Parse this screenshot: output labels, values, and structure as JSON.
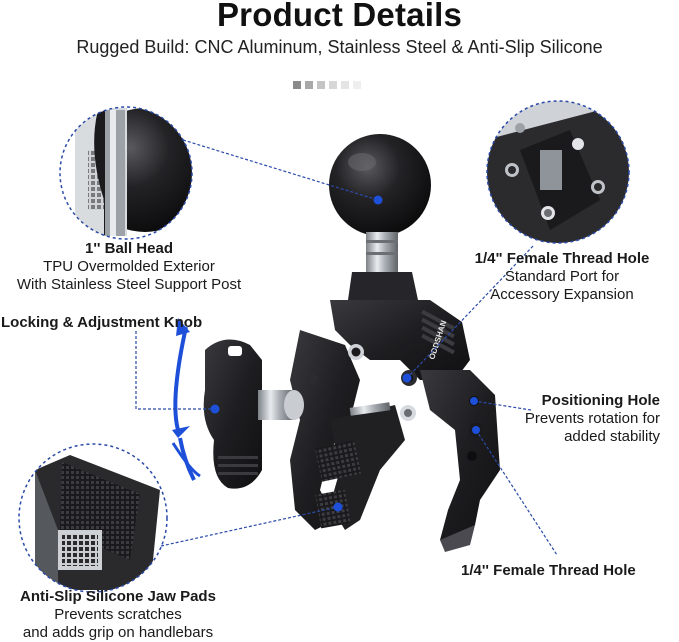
{
  "header": {
    "title": "Product Details",
    "subtitle": "Rugged Build: CNC Aluminum, Stainless Steel & Anti-Slip Silicone"
  },
  "callouts": {
    "ball_head": {
      "title": "1'' Ball Head",
      "line1": "TPU Overmolded Exterior",
      "line2": "With Stainless Steel Support Post"
    },
    "thread_hole_top": {
      "title": "1/4\" Female Thread Hole",
      "line1": "Standard Port for",
      "line2": "Accessory Expansion"
    },
    "knob": {
      "title": "Locking & Adjustment Knob"
    },
    "positioning_hole": {
      "title": "Positioning Hole",
      "line1": "Prevents rotation for",
      "line2": "added stability"
    },
    "jaw_pads": {
      "title": "Anti-Slip Silicone Jaw Pads",
      "line1": "Prevents scratches",
      "line2": "and adds grip on handlebars"
    },
    "thread_hole_bottom": {
      "title": "1/4'' Female Thread Hole"
    }
  },
  "product": {
    "brand_mark": "ODDSHAN"
  },
  "colors": {
    "accent_blue": "#1e4fd8",
    "metal_dark": "#1c1c1e",
    "metal_mid": "#2c2c2f",
    "steel": "#b8bcc2"
  }
}
